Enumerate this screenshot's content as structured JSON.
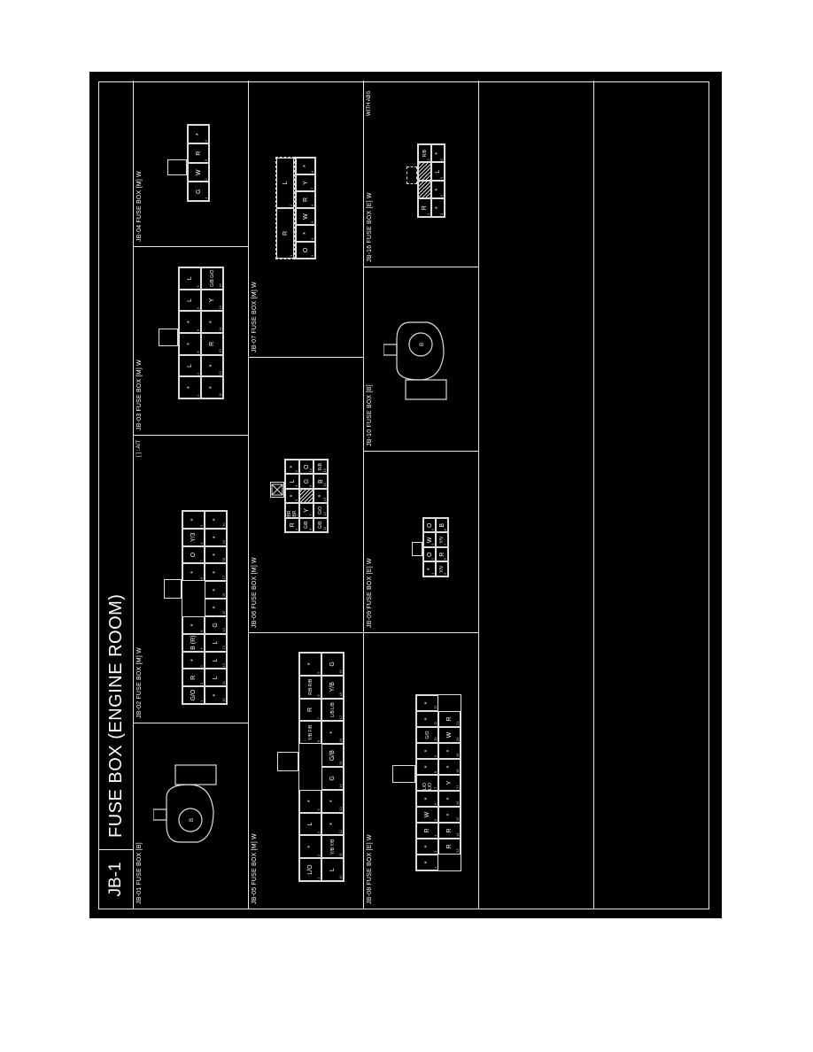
{
  "page": {
    "code": "JB-1",
    "title": "FUSE BOX (ENGINE ROOM)"
  },
  "colors": {
    "background": "#000000",
    "lines": "#e8e8e8",
    "page": "#ffffff"
  },
  "rows": [
    {
      "cells": [
        {
          "id": "JB-01",
          "label": "JB-01 FUSE BOX [B]",
          "type": "bolt",
          "terminal": "B"
        },
        {
          "id": "JB-02",
          "label": "JB-02 FUSE BOX [M] W",
          "note": "[ ] : A/T",
          "top": [
            {
              "n": "1",
              "v": "G/O"
            },
            {
              "n": "3",
              "v": "R"
            },
            {
              "n": "5",
              "v": "*"
            },
            {
              "n": "6",
              "v": "B (R)"
            },
            {
              "n": "8",
              "v": "*"
            },
            {
              "n": "",
              "v": ""
            },
            {
              "n": "",
              "v": ""
            },
            {
              "n": "9",
              "v": "*"
            },
            {
              "n": "7",
              "v": "O"
            },
            {
              "n": "8",
              "v": "Y/3"
            },
            {
              "n": "9",
              "v": "*"
            }
          ],
          "bottom": [
            {
              "n": "10",
              "v": "*"
            },
            {
              "n": "11",
              "v": "L"
            },
            {
              "n": "12",
              "v": "L"
            },
            {
              "n": "13",
              "v": "L"
            },
            {
              "n": "14",
              "v": "G"
            },
            {
              "n": "15",
              "v": "*"
            },
            {
              "n": "16",
              "v": "*"
            },
            {
              "n": "17",
              "v": "*"
            },
            {
              "n": "18",
              "v": "*"
            },
            {
              "n": "19",
              "v": "*"
            },
            {
              "n": "20",
              "v": "*"
            }
          ]
        },
        {
          "id": "JB-03",
          "label": "JB-03 FUSE BOX [M] W",
          "top": [
            {
              "n": "1",
              "v": "*"
            },
            {
              "n": "2",
              "v": "L"
            },
            {
              "n": "3",
              "v": "*"
            },
            {
              "n": "4",
              "v": "*"
            },
            {
              "n": "5",
              "v": "L"
            },
            {
              "n": "6",
              "v": "L"
            }
          ],
          "mid": [
            {
              "n": "8",
              "v": "*"
            },
            {
              "n": "9",
              "v": "*"
            }
          ],
          "bottom": [
            {
              "n": "11",
              "v": "*"
            },
            {
              "n": "12",
              "v": "*"
            },
            {
              "n": "13",
              "v": "R"
            },
            {
              "n": "14",
              "v": "*"
            },
            {
              "n": "15",
              "v": "Y"
            },
            {
              "n": "16",
              "v": "G/B G/O"
            }
          ]
        },
        {
          "id": "JB-04",
          "label": "JB-04 FUSE BOX [M] W",
          "pins": [
            {
              "n": "1",
              "v": "G"
            },
            {
              "n": "2",
              "v": "W"
            },
            {
              "n": "3",
              "v": "R"
            },
            {
              "n": "4",
              "v": "*"
            }
          ]
        }
      ]
    },
    {
      "cells": [
        {
          "id": "JB-05",
          "label": "JB-05 FUSE BOX [M] W",
          "top": [
            {
              "n": "1",
              "v": "L/O"
            },
            {
              "n": "2",
              "v": "*"
            },
            {
              "n": "3",
              "v": "L"
            },
            {
              "n": "4",
              "v": "*"
            },
            {
              "n": "5",
              "v": ""
            },
            {
              "n": "6",
              "v": "Y/B F/B"
            },
            {
              "n": "7",
              "v": "R"
            },
            {
              "n": "8",
              "v": "R/B R/B"
            },
            {
              "n": "9",
              "v": "*"
            }
          ],
          "bottom": [
            {
              "n": "10",
              "v": "L"
            },
            {
              "n": "11",
              "v": "Y/B Y/B"
            },
            {
              "n": "12",
              "v": "*"
            },
            {
              "n": "13",
              "v": "*"
            },
            {
              "n": "14",
              "v": "G"
            },
            {
              "n": "15",
              "v": "G/B"
            },
            {
              "n": "16",
              "v": "*"
            },
            {
              "n": "17",
              "v": "L/B L/B"
            },
            {
              "n": "18",
              "v": "Y/B"
            },
            {
              "n": "19",
              "v": "G"
            }
          ]
        },
        {
          "id": "JB-06",
          "label": "JB-06 FUSE BOX [M] W",
          "top": [
            {
              "n": "1",
              "v": "R"
            },
            {
              "n": "2",
              "v": "BR BR"
            },
            {
              "n": "3",
              "v": "*"
            },
            {
              "n": "4",
              "v": "L"
            },
            {
              "n": "5",
              "v": "*"
            }
          ],
          "mid": [
            {
              "n": "6",
              "v": "G/B"
            },
            {
              "n": "7",
              "v": "Y"
            },
            {
              "n": "8",
              "v": "▨"
            },
            {
              "n": "9",
              "v": "G"
            },
            {
              "n": "10",
              "v": "O"
            }
          ],
          "bottom": [
            {
              "n": "11",
              "v": "G/B"
            },
            {
              "n": "12",
              "v": "G/O"
            },
            {
              "n": "13",
              "v": "*"
            },
            {
              "n": "14",
              "v": "B"
            },
            {
              "n": "15",
              "v": "R/B"
            }
          ]
        },
        {
          "id": "JB-07",
          "label": "JB-07 FUSE BOX [M] W",
          "side": [
            {
              "n": "1",
              "v": "R"
            },
            {
              "n": "2",
              "v": "L"
            }
          ],
          "pins": [
            {
              "n": "3",
              "v": "O"
            },
            {
              "n": "4",
              "v": "*"
            },
            {
              "n": "5",
              "v": "W"
            },
            {
              "n": "6",
              "v": "R"
            },
            {
              "n": "7",
              "v": "Y"
            },
            {
              "n": "8",
              "v": "*"
            }
          ]
        }
      ]
    },
    {
      "cells": [
        {
          "id": "JB-08",
          "label": "JB-08 FUSE BOX [E] W",
          "top": [
            {
              "n": "1",
              "v": "*"
            },
            {
              "n": "3",
              "v": "*"
            },
            {
              "n": "4",
              "v": "R"
            },
            {
              "n": "5",
              "v": "W"
            },
            {
              "n": "6",
              "v": "*"
            },
            {
              "n": "7",
              "v": "L/O L/O"
            },
            {
              "n": "8",
              "v": "*"
            },
            {
              "n": "9",
              "v": "*"
            },
            {
              "n": "10",
              "v": "G/O"
            },
            {
              "n": "11",
              "v": "*"
            },
            {
              "n": "12",
              "v": "*"
            }
          ],
          "bottom": [
            {
              "n": "13",
              "v": "R"
            },
            {
              "n": "14",
              "v": "R"
            },
            {
              "n": "15",
              "v": "*"
            },
            {
              "n": "16",
              "v": "*"
            },
            {
              "n": "17",
              "v": "Y"
            },
            {
              "n": "18",
              "v": "*"
            },
            {
              "n": "19",
              "v": "*"
            },
            {
              "n": "20",
              "v": "W"
            },
            {
              "n": "21",
              "v": "R"
            }
          ]
        },
        {
          "id": "JB-09",
          "label": "JB-09 FUSE BOX [E] W",
          "top": [
            {
              "n": "1",
              "v": "*"
            },
            {
              "n": "2",
              "v": "O"
            },
            {
              "n": "3",
              "v": "W"
            },
            {
              "n": "4",
              "v": "O"
            }
          ],
          "bottom": [
            {
              "n": "5",
              "v": "Y/V"
            },
            {
              "n": "6",
              "v": "R"
            },
            {
              "n": "7",
              "v": "Y/V"
            },
            {
              "n": "8",
              "v": "B"
            }
          ]
        },
        {
          "id": "JB-10",
          "label": "JB-10 FUSE BOX [B]",
          "type": "bolt",
          "terminal": "B"
        },
        {
          "id": "JB-16",
          "label": "JB-16 FUSE BOX [E] W",
          "note": "WITH ABS",
          "top": [
            {
              "n": "1",
              "v": "R"
            },
            {
              "n": "",
              "v": "▨"
            },
            {
              "n": "2",
              "v": "R/B"
            }
          ],
          "bottom": [
            {
              "n": "3",
              "v": "*"
            },
            {
              "n": "4",
              "v": "*"
            },
            {
              "n": "5",
              "v": "L"
            },
            {
              "n": "6",
              "v": "*"
            }
          ]
        }
      ]
    },
    {
      "cells": []
    },
    {
      "cells": []
    }
  ]
}
